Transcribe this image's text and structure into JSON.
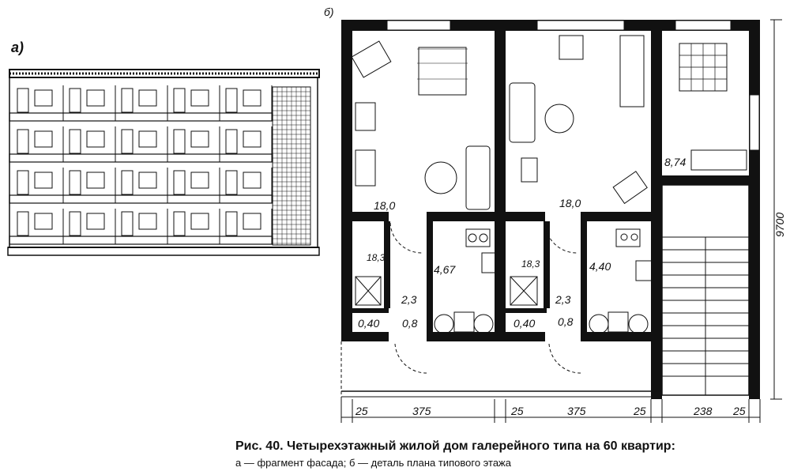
{
  "labels": {
    "facade": "а)",
    "plan": "б)"
  },
  "rooms": {
    "living_1": "18,0",
    "living_2": "18,0",
    "bedroom": "8,74",
    "bath_1": "18,3",
    "kitchen_1": "4,67",
    "hall_1": "2,3",
    "wc_1": "0,40",
    "vestibule_1": "0,8",
    "bath_2": "18,3",
    "kitchen_2": "4,40",
    "hall_2": "2,3",
    "wc_2": "0,40",
    "vestibule_2": "0,8"
  },
  "dimensions": {
    "d1": "25",
    "d2": "375",
    "d3": "25",
    "d4": "375",
    "d5": "25",
    "d6": "238",
    "d7": "25",
    "height": "9700"
  },
  "caption": {
    "line1": "Рис. 40. Четырехэтажный жилой дом галерейного типа на 60 квартир:",
    "line2": "а — фрагмент фасада; б — деталь плана типового этажа"
  }
}
